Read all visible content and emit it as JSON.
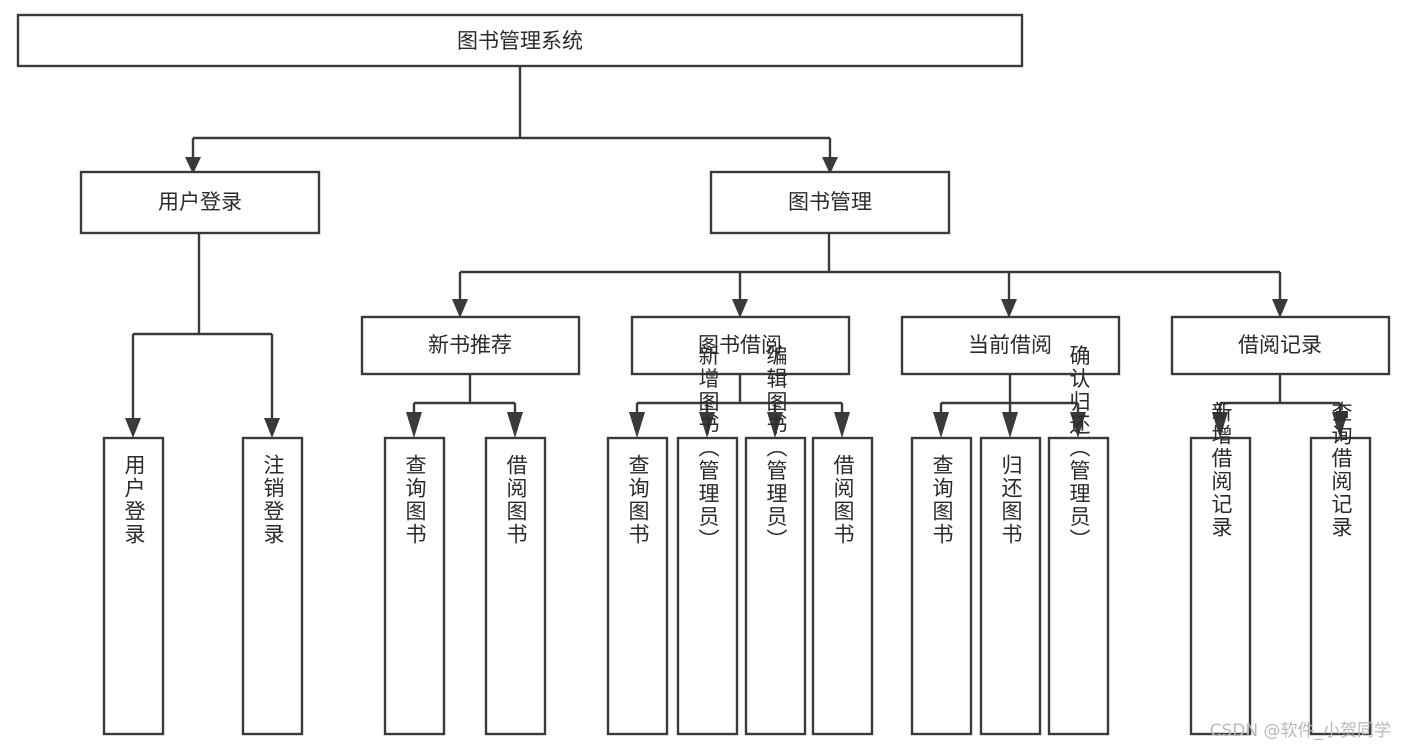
{
  "diagram": {
    "type": "tree-hierarchy-chart",
    "title": "图书管理系统",
    "watermark": "CSDN @软件_小贺同学",
    "colors": {
      "stroke": "#3a3a3a",
      "fill": "#ffffff",
      "text": "#2b2b2b",
      "watermark": "#b9b9b9",
      "background": "#ffffff"
    },
    "root": {
      "label": "图书管理系统"
    },
    "level2": [
      {
        "label": "用户登录"
      },
      {
        "label": "图书管理"
      }
    ],
    "level3": [
      {
        "label": "新书推荐"
      },
      {
        "label": "图书借阅"
      },
      {
        "label": "当前借阅"
      },
      {
        "label": "借阅记录"
      }
    ],
    "leaves": {
      "user_login": [
        {
          "label": "用户登录"
        },
        {
          "label": "注销登录"
        }
      ],
      "new_book_recommend": [
        {
          "label": "查询图书"
        },
        {
          "label": "借阅图书"
        }
      ],
      "book_borrow": [
        {
          "label": "查询图书"
        },
        {
          "label": "新增图书（管理员）"
        },
        {
          "label": "编辑图书（管理员）"
        },
        {
          "label": "借阅图书"
        }
      ],
      "current_borrow": [
        {
          "label": "查询图书"
        },
        {
          "label": "归还图书"
        },
        {
          "label": "确认归还（管理员）"
        }
      ],
      "borrow_record": [
        {
          "label": "新增借阅记录"
        },
        {
          "label": "查询借阅记录"
        }
      ]
    }
  }
}
